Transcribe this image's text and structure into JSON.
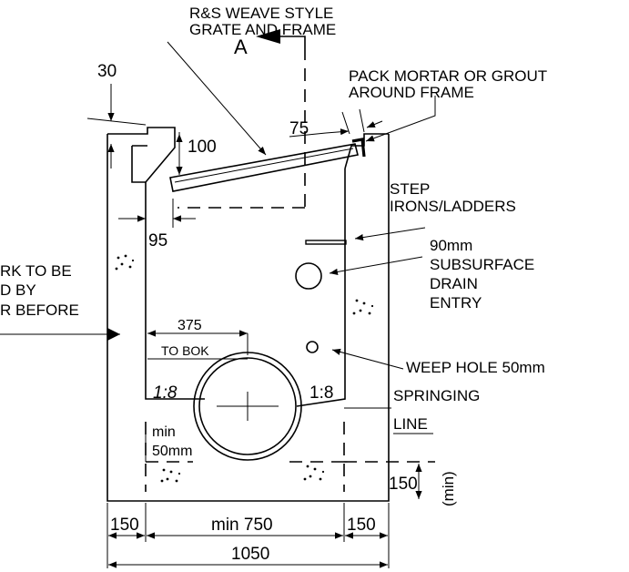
{
  "callouts": {
    "grate_line1": "R&S WEAVE STYLE",
    "grate_line2": "GRATE AND FRAME",
    "section_mark": "A",
    "mortar_line1": "PACK MORTAR OR GROUT",
    "mortar_line2": "AROUND FRAME",
    "step_line1": "STEP",
    "step_line2": "IRONS/LADDERS",
    "drain_line1": "90mm",
    "drain_line2": "SUBSURFACE",
    "drain_line3": "DRAIN",
    "drain_line4": "ENTRY",
    "weep": "WEEP HOLE 50mm",
    "springing_line1": "SPRINGING",
    "springing_line2": "LINE",
    "left_note_line1": "RK TO BE",
    "left_note_line2": "D BY",
    "left_note_line3": "R BEFORE"
  },
  "dimensions": {
    "d30": "30",
    "d100": "100",
    "d75": "75",
    "d95": "95",
    "d375": "375",
    "to_bok": "TO BOK",
    "slope_left": "1:8",
    "slope_right": "1:8",
    "min_line1": "min",
    "min_line2": "50mm",
    "d150_side": "150",
    "min_unit": "(min)",
    "wall_left": "150",
    "clear_width": "min 750",
    "wall_right": "150",
    "overall": "1050"
  }
}
